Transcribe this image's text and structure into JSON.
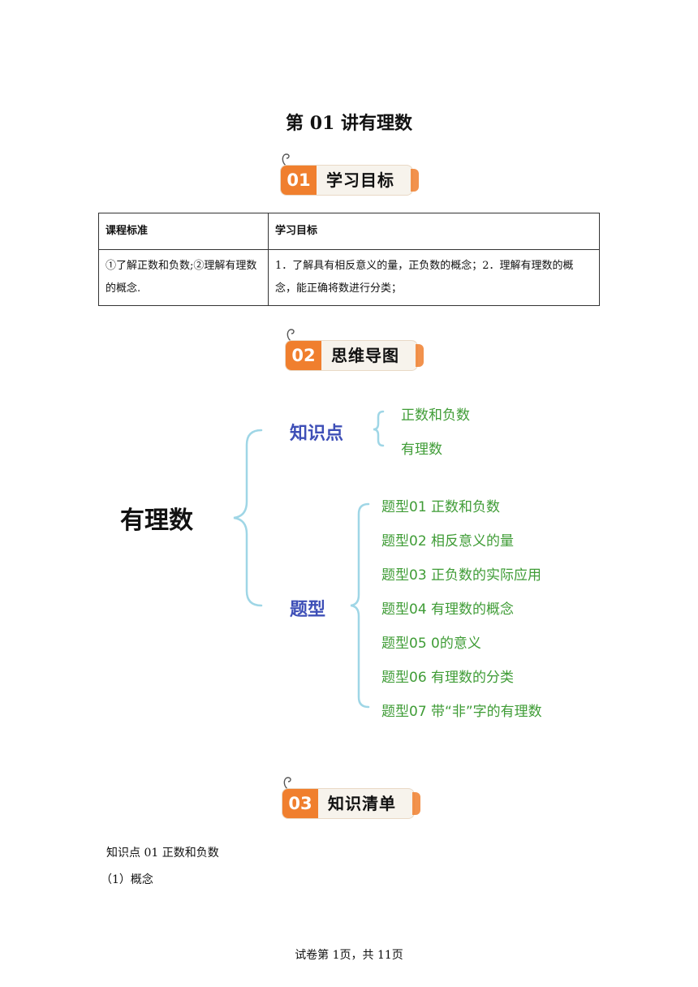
{
  "doc": {
    "title": "第 01 讲有理数",
    "footer": "试卷第 1页，共 11页"
  },
  "sections": [
    {
      "num": "01",
      "label": "学习目标"
    },
    {
      "num": "02",
      "label": "思维导图"
    },
    {
      "num": "03",
      "label": "知识清单"
    }
  ],
  "table": {
    "headers": [
      "课程标准",
      "学习目标"
    ],
    "rows": [
      [
        "①了解正数和负数;②理解有理数的概念.",
        "1．了解具有相反意义的量，正负数的概念；2．理解有理数的概念，能正确将数进行分类；"
      ]
    ]
  },
  "mindmap": {
    "root": "有理数",
    "colors": {
      "category": "#3e4fb7",
      "leaf": "#3f9c36",
      "bracket": "#9fd6e6"
    },
    "branches": [
      {
        "label": "知识点",
        "items": [
          "正数和负数",
          "有理数"
        ]
      },
      {
        "label": "题型",
        "items": [
          "题型01  正数和负数",
          "题型02  相反意义的量",
          "题型03  正负数的实际应用",
          "题型04  有理数的概念",
          "题型05  0的意义",
          "题型06  有理数的分类",
          "题型07  带“非”字的有理数"
        ]
      }
    ]
  },
  "content": {
    "heading": "知识点 01 正数和负数",
    "sub": "（1）概念"
  }
}
